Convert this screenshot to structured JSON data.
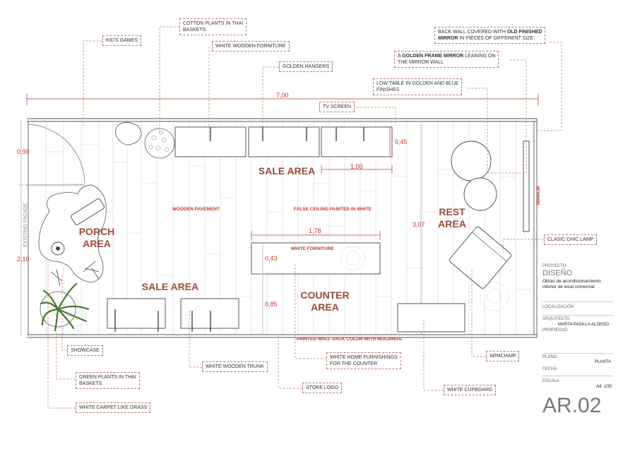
{
  "labels": {
    "kids_games": "KID'S GAMES",
    "cotton_plants_1": "COTTON PLANTS IN THAI",
    "cotton_plants_2": "BASKETS",
    "white_wooden_forniture": "WHITE WOODEN FORNITURE",
    "golden_hangers": "GOLDEN HANGERS",
    "back_wall_1_pre": "BACK WALL COVERED WITH ",
    "back_wall_1_bold": "OLD FINISHED",
    "back_wall_2_bold": "MIRROR",
    "back_wall_2_post": " IN PIECES OF DIFFERENT SIZE.",
    "golden_frame_1_pre": "A ",
    "golden_frame_1_bold": "GOLDEN FRAME MIRROR",
    "golden_frame_1_post": " LEANING ON",
    "golden_frame_2": "THE MIRROR WALL",
    "low_table_1": "LOW TABLE IN GOLDEN AND BLUE",
    "low_table_2": "FINISHES",
    "tv_screen": "TV SCREEN",
    "clasic_lamp": "CLASIC CHIC LAMP",
    "showcase": "SHOWCASE",
    "green_plants_1": "GREEN PLANTS IN THAI",
    "green_plants_2": "BASKETS",
    "white_carpet": "WHITE CARPET LIKE GRASS",
    "white_wooden_trunk": "WHITE WOODEN TRUNK",
    "store_logo": "STORE LOGO",
    "white_home_1": "WHITE HOME FURNISHINGS",
    "white_home_2": "FOR THE COUNTER",
    "white_cupboard": "WHITE CUPBOARD",
    "armchair": "ARMCHAIR"
  },
  "areas": {
    "sale_area_top": "SALE AREA",
    "porch_1": "PORCH",
    "porch_2": "AREA",
    "sale_area_bottom": "SALE AREA",
    "counter_1": "COUNTER",
    "counter_2": "AREA",
    "rest_1": "REST",
    "rest_2": "AREA"
  },
  "notes": {
    "wooden_pavement": "WOODEN PAVEMENT",
    "false_ceiling": "FALSE CEILING PAINTED IN WHITE",
    "white_forniture": "WHITE FORNITURE",
    "painted_wall": "PAINTED WALL SACK COLOR WITH MOLDINGS",
    "mirror": "MIRROR",
    "existing_facade": "EXISTING FACADE"
  },
  "dimensions": {
    "total_width": "7,00",
    "d090": "0,90",
    "d210": "2,10",
    "d045": "0,45",
    "d100": "1,00",
    "d178": "1,78",
    "d307": "3,07",
    "d043": "0,43",
    "d085": "0,85"
  },
  "title_block": {
    "proyecto_label": "PROYECTO",
    "proyecto_name": "DISEÑO",
    "desc_1": "Obras de acondicionamiento",
    "desc_2": "interior de local comercial",
    "localizacion_label": "LOCALIZACIÓN",
    "arquitecta_label": "ARQUITECTA",
    "arquitecta_value": "MARTA PADILLA ALONSO",
    "propiedad_label": "PROPIEDAD",
    "plano_label": "PLANO",
    "plano_value": "PLANTA",
    "fecha_label": "FECHA",
    "escala_label": "ESCALA",
    "escala_value": "A4: 1/30",
    "sheet_code": "AR.02"
  },
  "colors": {
    "leader": "#b87a6a",
    "dimension": "#c0352b",
    "area_text": "#9a4a34",
    "plan_line": "#555555",
    "plant_green": "#3f7a2a"
  }
}
